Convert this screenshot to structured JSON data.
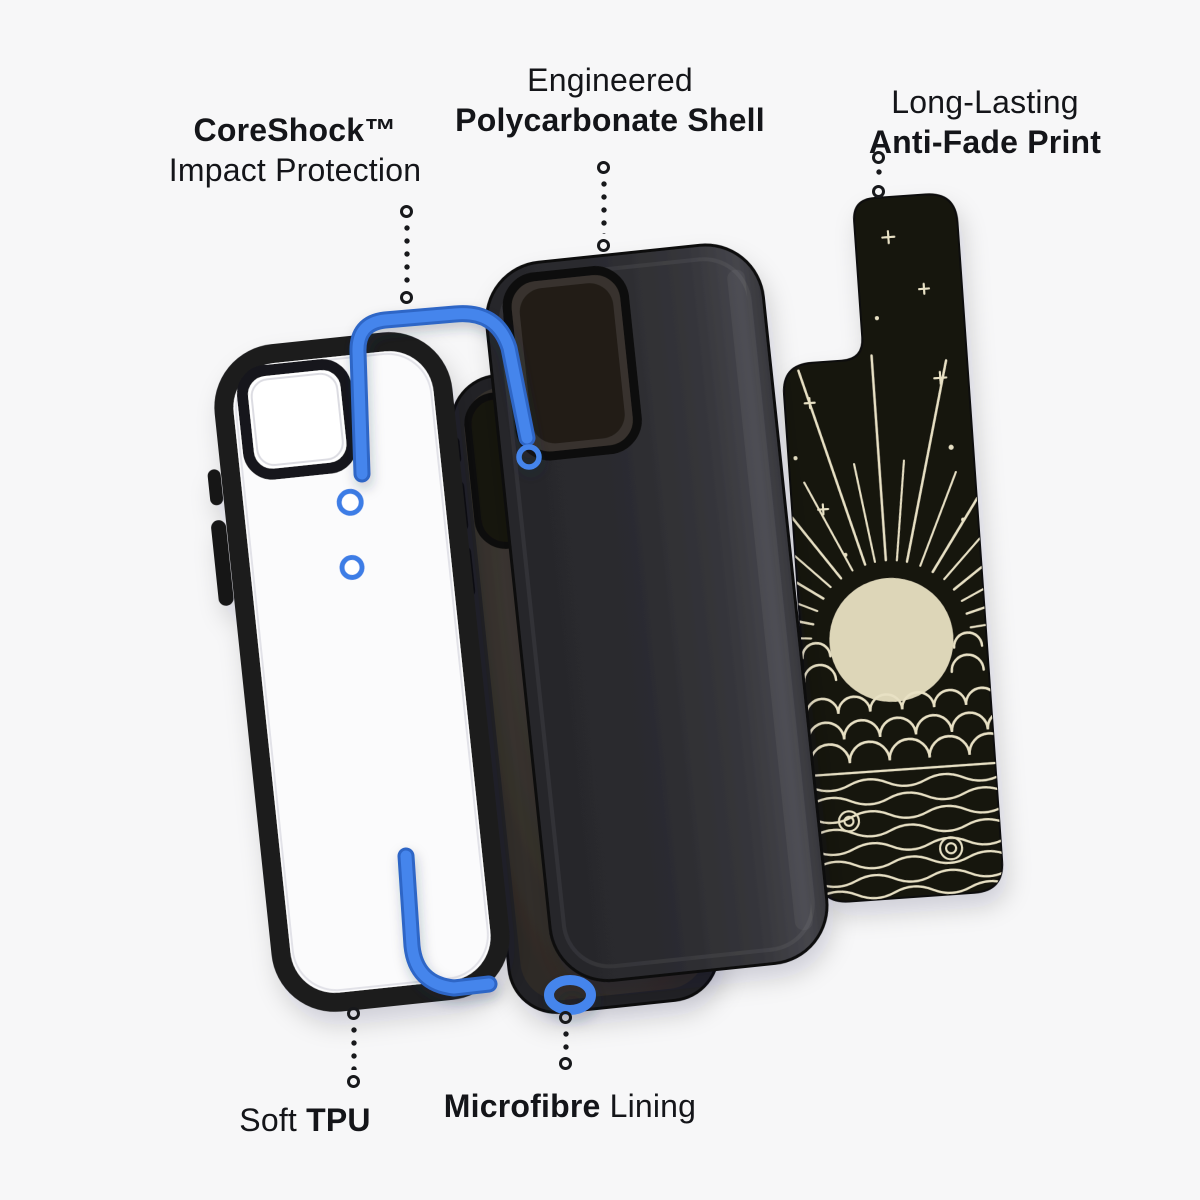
{
  "diagram": {
    "type": "exploded-phone-case-diagram",
    "art_motif": "sunrise line art with radiating rays, scalloped clouds, starry sky and ocean waves"
  },
  "labels": {
    "coreshock": {
      "line1": "CoreShock™",
      "line2": "Impact Protection"
    },
    "polycarbonate": {
      "line1": "Engineered",
      "line2": "Polycarbonate Shell"
    },
    "antifade": {
      "line1": "Long-Lasting",
      "line2": "Anti-Fade Print"
    },
    "soft_tpu": {
      "regular": "Soft ",
      "bold": "TPU"
    },
    "microfibre": {
      "bold": "Microfibre",
      "regular": " Lining"
    }
  },
  "colors": {
    "background": "#f7f7f8",
    "accent_blue": "#4585ec",
    "case_black": "#1b1b1e",
    "print_cream": "#e8e1c4",
    "text": "#141519"
  }
}
